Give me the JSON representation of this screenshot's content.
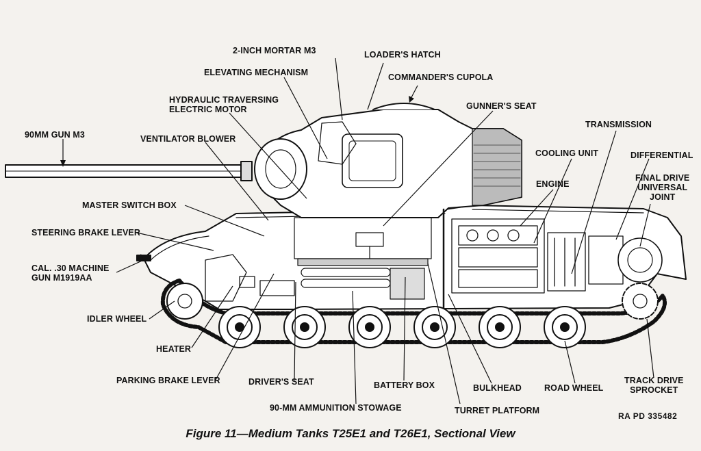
{
  "labels": {
    "mortar": "2-INCH MORTAR  M3",
    "loaders_hatch": "LOADER'S HATCH",
    "commanders_cupola": "COMMANDER'S CUPOLA",
    "elevating_mechanism": "ELEVATING MECHANISM",
    "hydraulic_traversing_1": "HYDRAULIC TRAVERSING",
    "hydraulic_traversing_2": "ELECTRIC MOTOR",
    "gunners_seat": "GUNNER'S SEAT",
    "gun": "90MM GUN  M3",
    "ventilator_blower": "VENTILATOR BLOWER",
    "transmission": "TRANSMISSION",
    "cooling_unit": "COOLING UNIT",
    "differential": "DIFFERENTIAL",
    "final_drive_1": "FINAL DRIVE",
    "final_drive_2": "UNIVERSAL",
    "final_drive_3": "JOINT",
    "engine": "ENGINE",
    "master_switch_box": "MASTER SWITCH BOX",
    "steering_brake_lever": "STEERING BRAKE LEVER",
    "machine_gun_1": "CAL. .30 MACHINE",
    "machine_gun_2": "GUN  M1919AA",
    "idler_wheel": "IDLER WHEEL",
    "heater": "HEATER",
    "parking_brake_lever": "PARKING BRAKE LEVER",
    "drivers_seat": "DRIVER'S SEAT",
    "battery_box": "BATTERY BOX",
    "bulkhead": "BULKHEAD",
    "road_wheel": "ROAD WHEEL",
    "track_drive_1": "TRACK DRIVE",
    "track_drive_2": "SPROCKET",
    "ammunition_stowage": "90-MM AMMUNITION STOWAGE",
    "turret_platform": "TURRET PLATFORM"
  },
  "reference": "RA PD  335482",
  "caption": "Figure 11—Medium Tanks T25E1 and T26E1, Sectional View"
}
